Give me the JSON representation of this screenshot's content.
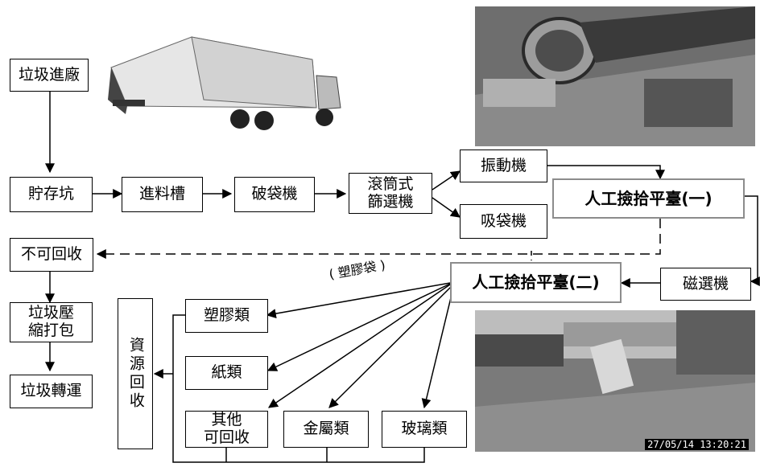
{
  "nodes": {
    "entry": "垃圾進廠",
    "pit": "貯存坑",
    "feed": "進料槽",
    "breaker": "破袋機",
    "trommel": "滾筒式\n篩選機",
    "vibrate": "振動機",
    "suction": "吸袋機",
    "picking1": "人工撿拾平臺(一)",
    "picking2": "人工撿拾平臺(二)",
    "magnet": "磁選機",
    "nonrec": "不可回收",
    "compress": "垃圾壓\n縮打包",
    "transfer": "垃圾轉運",
    "resource": "資源回收",
    "plastic": "塑膠類",
    "paper": "紙類",
    "other": "其他\n可回收",
    "metal": "金屬類",
    "glass": "玻璃類"
  },
  "edge_labels": {
    "plastic_bag": "( 塑膠袋 )"
  },
  "photos": {
    "sorting_timestamp": "27/05/14 13:20:21"
  },
  "colors": {
    "line": "#000000",
    "grey_border": "#8c8c8c"
  }
}
